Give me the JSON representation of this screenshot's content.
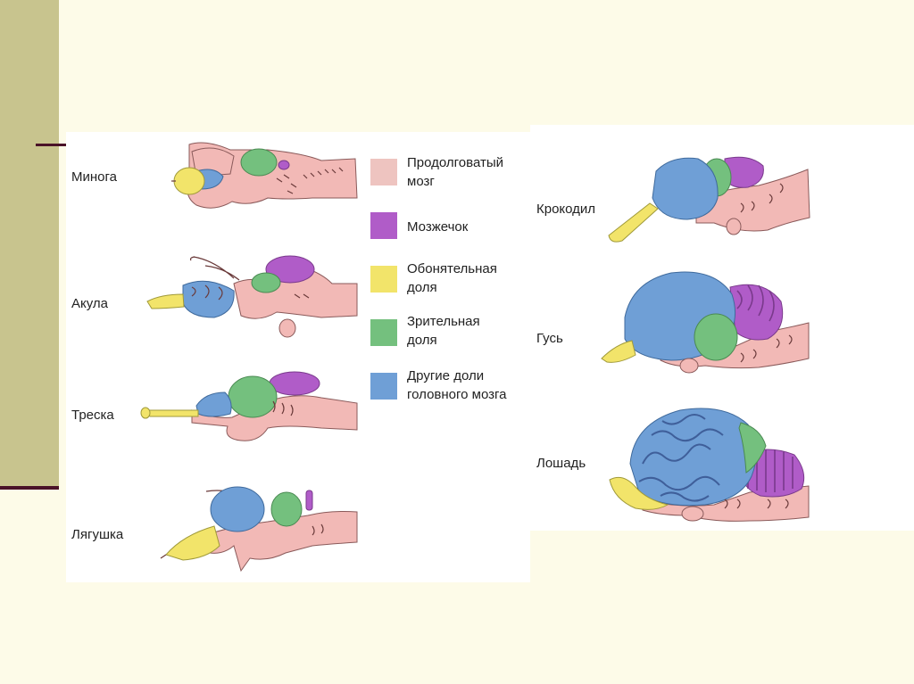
{
  "animals_left": [
    {
      "name": "Минога"
    },
    {
      "name": "Акула"
    },
    {
      "name": "Треска"
    },
    {
      "name": "Лягушка"
    }
  ],
  "animals_right": [
    {
      "name": "Крокодил"
    },
    {
      "name": "Гусь"
    },
    {
      "name": "Лошадь"
    }
  ],
  "legend": [
    {
      "line1": "Продолговатый",
      "line2": "мозг",
      "color": "#eec4c0"
    },
    {
      "line1": "Мозжечок",
      "line2": "",
      "color": "#b05cc8"
    },
    {
      "line1": "Обонятельная",
      "line2": "доля",
      "color": "#f2e46a"
    },
    {
      "line1": "Зрительная",
      "line2": "доля",
      "color": "#74c07e"
    },
    {
      "line1": "Другие доли",
      "line2": "головного мозга",
      "color": "#6f9fd6"
    }
  ],
  "colors": {
    "brainstem": "#f2b9b6",
    "cerebellum": "#b05cc8",
    "olfactory": "#f2e46a",
    "optic": "#74c07e",
    "cerebrum": "#6f9fd6",
    "slide_background": "#fdfbe8",
    "side_bar": "#c8c48e",
    "accent_line": "#4a1228"
  }
}
